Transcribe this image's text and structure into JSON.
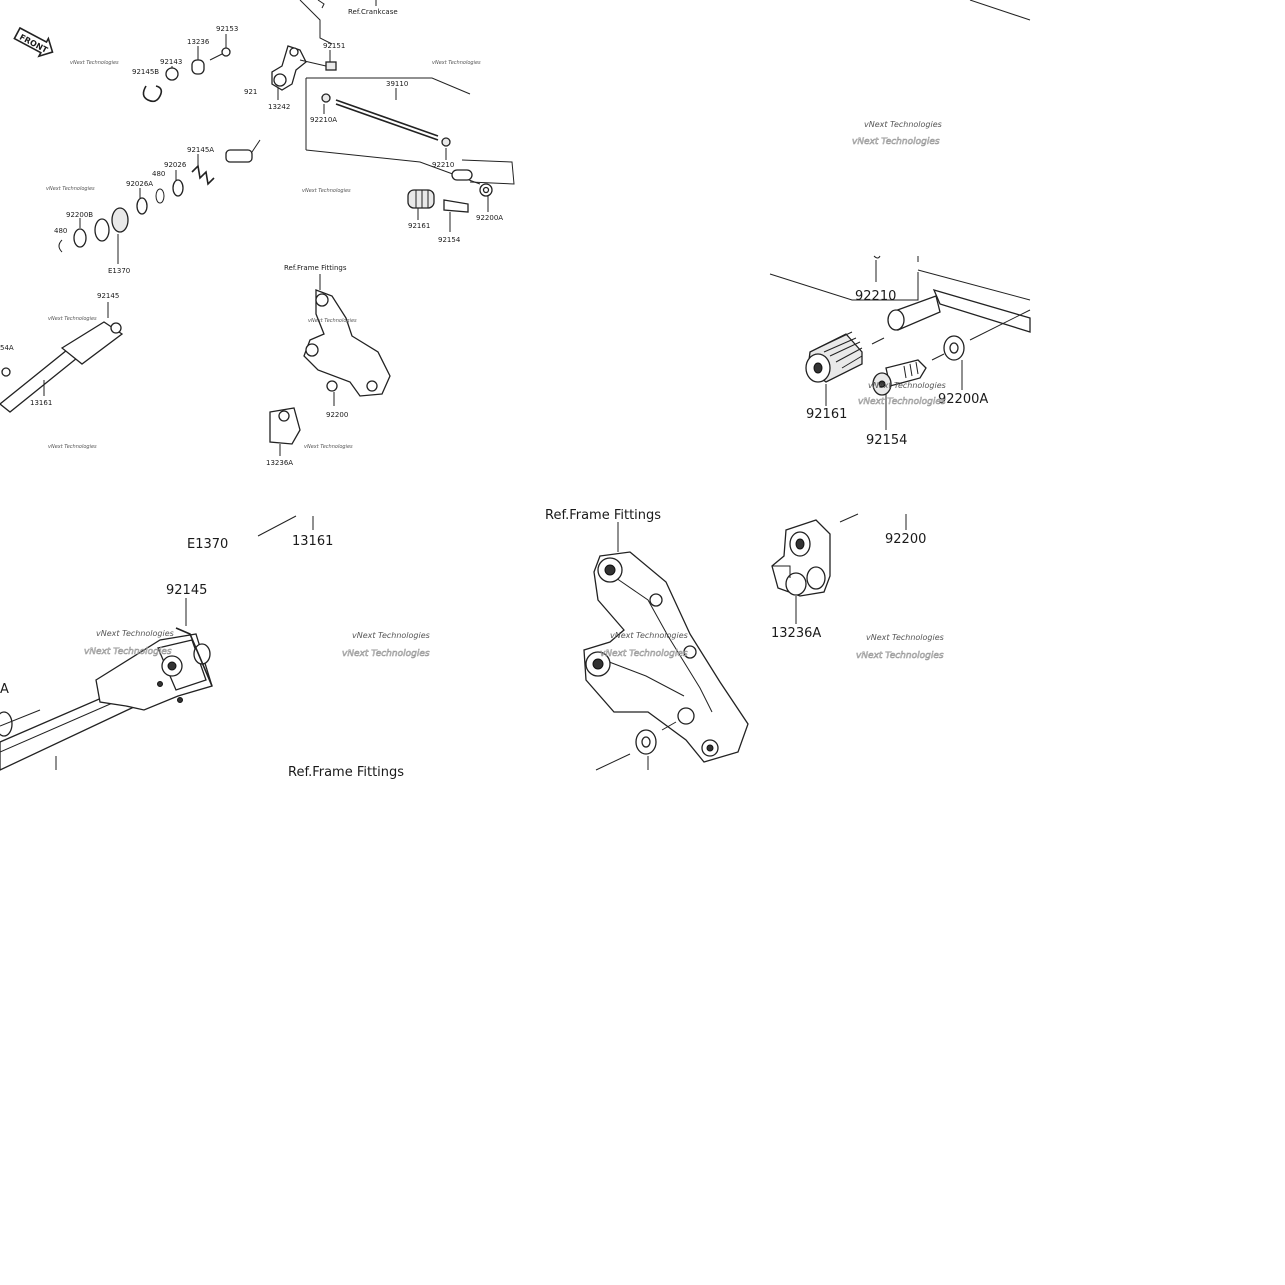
{
  "watermark": "vNext Technologies",
  "front_label": "FRONT",
  "refs": {
    "crankcase": "Ref.Crankcase",
    "frame_fittings": "Ref.Frame Fittings",
    "frame_fittings_partial": "Ref.Frame Fittings"
  },
  "overview_labels": {
    "p92153": "92153",
    "p13236": "13236",
    "p92143": "92143",
    "p92145B": "92145B",
    "p92151": "92151",
    "p921": "921",
    "p13242": "13242",
    "p39110": "39110",
    "p92210A": "92210A",
    "p92210": "92210",
    "p92145A": "92145A",
    "p92026": "92026",
    "p480a": "480",
    "p92026A": "92026A",
    "p92200B": "92200B",
    "p480b": "480",
    "pE1370": "E1370",
    "p92161": "92161",
    "p92154": "92154",
    "p92200A": "92200A",
    "p92145": "92145",
    "p54A": "54A",
    "p13161": "13161",
    "p92200": "92200",
    "p13236A": "13236A"
  },
  "detail_labels": {
    "d92210": "92210",
    "d92161": "92161",
    "d92200A": "92200A",
    "d92154": "92154",
    "dE1370": "E1370",
    "d13161": "13161",
    "d92145": "92145",
    "dA": "A",
    "d92200": "92200",
    "d13236A": "13236A"
  },
  "colors": {
    "ink": "#222222",
    "background": "#ffffff"
  }
}
